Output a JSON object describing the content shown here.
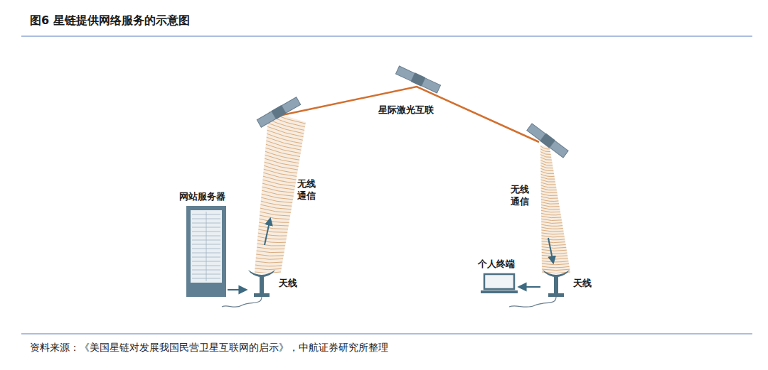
{
  "diagram": {
    "title": "图6 星链提供网络服务的示意图",
    "caption": "资料来源：《美国星链对发展我国民营卫星互联网的启示》，中航证券研究所整理",
    "nodes": [
      {
        "text": [
          "网站服务器"
        ]
      },
      {
        "text": [
          "天线"
        ]
      },
      {
        "text": [
          "天线"
        ]
      },
      {
        "text": [
          "个人终端"
        ]
      }
    ],
    "edges": [
      {
        "from": 0,
        "to": 1,
        "arrow": "to"
      },
      {
        "from": 2,
        "to": 3,
        "arrow": "to"
      }
    ],
    "labels": [
      "星际激光互联",
      "无线 通信",
      "无线 通信"
    ]
  }
}
